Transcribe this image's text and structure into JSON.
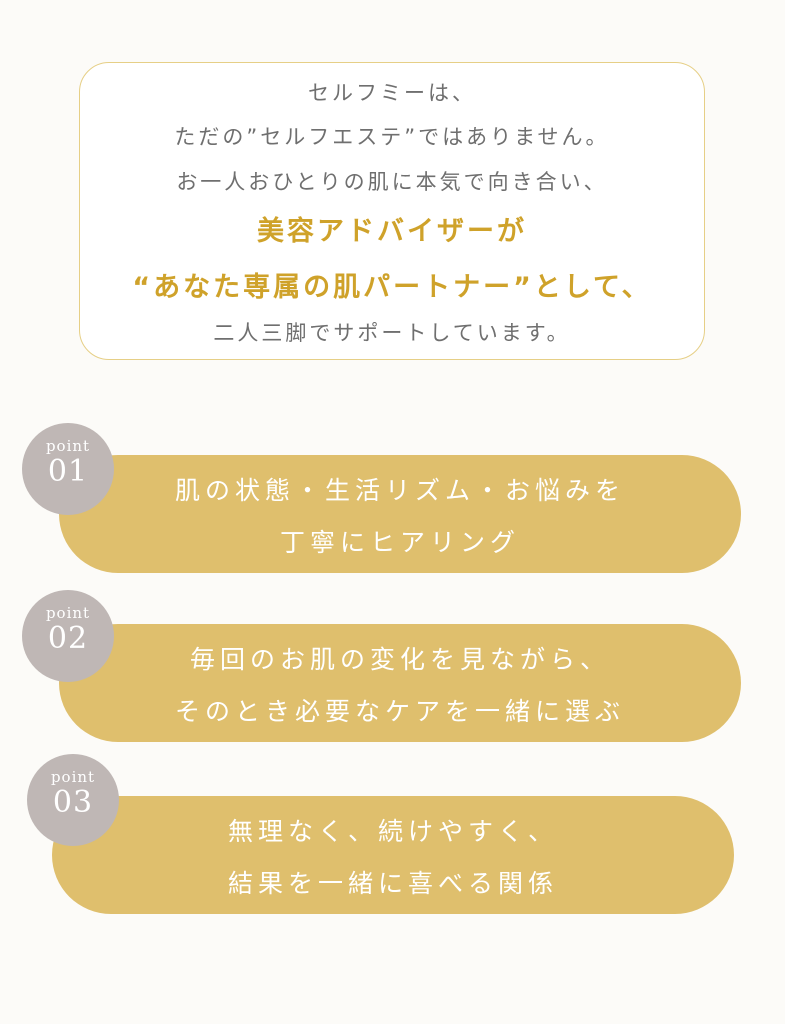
{
  "intro": {
    "lines": [
      "セルフミーは、",
      "ただの”セルフエステ”ではありません。",
      "お一人おひとりの肌に本気で向き合い、",
      "美容アドバイザーが",
      "“あなた専属の肌パートナー”として、",
      "二人三脚でサポートしています。"
    ]
  },
  "points": [
    {
      "label": "point",
      "number": "01",
      "lines": [
        "肌の状態・生活リズム・お悩みを",
        "丁寧にヒアリング"
      ]
    },
    {
      "label": "point",
      "number": "02",
      "lines": [
        "毎回のお肌の変化を見ながら、",
        "そのとき必要なケアを一緒に選ぶ"
      ]
    },
    {
      "label": "point",
      "number": "03",
      "lines": [
        "無理なく、続けやすく、",
        "結果を一緒に喜べる関係"
      ]
    }
  ],
  "colors": {
    "accent_text": "#cfa22a",
    "pill": "#dfbf6d",
    "badge": "#bfb7b5",
    "box_border": "#e6cf86"
  }
}
